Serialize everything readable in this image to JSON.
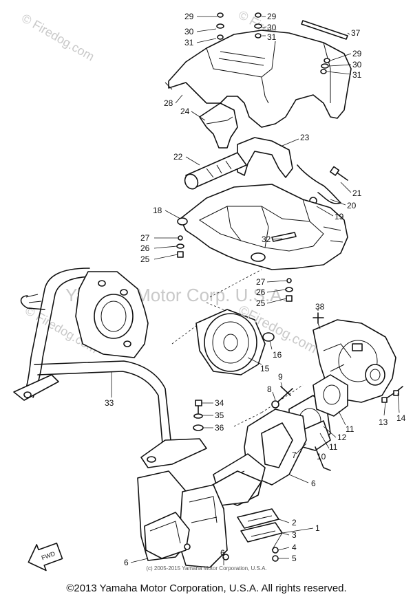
{
  "watermarks": {
    "top_left": "© Firedog.com",
    "top_right": "© Firedog.com",
    "center": "Yamaha Motor Corp. U.S.A.",
    "left_mid": "© Firedog.com",
    "center_brand": "©Firedog.com"
  },
  "labels": {
    "p1": "1",
    "p2": "2",
    "p3": "3",
    "p4": "4",
    "p5": "5",
    "p6a": "6",
    "p6b": "6",
    "p6c": "6",
    "p7": "7",
    "p8": "8",
    "p9": "9",
    "p10": "10",
    "p11a": "11",
    "p11b": "11",
    "p12": "12",
    "p13": "13",
    "p14": "14",
    "p15": "15",
    "p16": "16",
    "p18": "18",
    "p19": "19",
    "p20": "20",
    "p21": "21",
    "p22": "22",
    "p23": "23",
    "p24": "24",
    "p25a": "25",
    "p25b": "25",
    "p26a": "26",
    "p26b": "26",
    "p27a": "27",
    "p27b": "27",
    "p28": "28",
    "p29a": "29",
    "p29b": "29",
    "p29c": "29",
    "p30a": "30",
    "p30b": "30",
    "p30c": "30",
    "p31a": "31",
    "p31b": "31",
    "p31c": "31",
    "p32": "32",
    "p33": "33",
    "p34": "34",
    "p35": "35",
    "p36": "36",
    "p37": "37",
    "p38": "38",
    "fwd": "FWD"
  },
  "footer": {
    "sub_copyright": "(c) 2005-2015 Yamaha Motor Corporation, U.S.A.",
    "copyright": "©2013 Yamaha Motor Corporation, U.S.A. All rights reserved."
  }
}
